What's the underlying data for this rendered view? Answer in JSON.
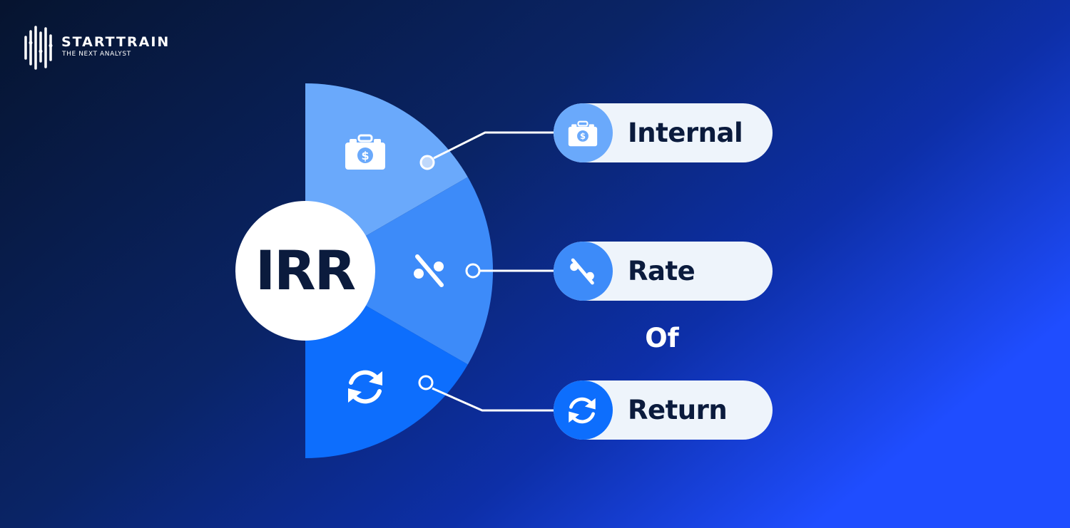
{
  "brand": {
    "name": "STARTTRAIN",
    "tagline": "THE NEXT ANALYST"
  },
  "diagram": {
    "center_label": "IRR",
    "connector_word": "Of",
    "segments": [
      {
        "label": "Internal",
        "icon": "briefcase-dollar-icon",
        "color": "#6aa9fb"
      },
      {
        "label": "Rate",
        "icon": "percent-icon",
        "color": "#3d8bf9"
      },
      {
        "label": "Return",
        "icon": "refresh-cycle-icon",
        "color": "#0d6efd"
      }
    ]
  },
  "colors": {
    "background_dark": "#07183b",
    "background_bright": "#1f4dff",
    "pill_background": "#eef4fb",
    "text_dark": "#0b1b3d",
    "line_white": "#ffffff"
  }
}
